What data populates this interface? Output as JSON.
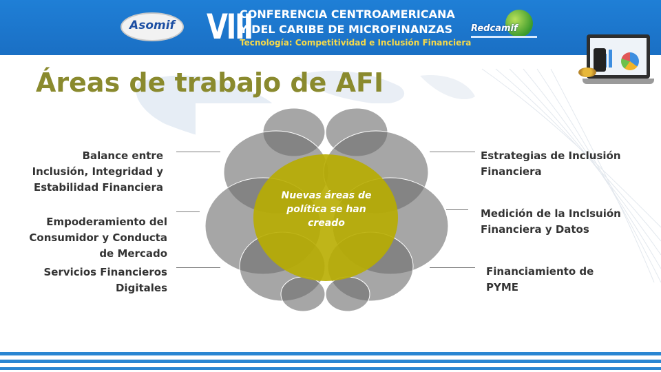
{
  "header": {
    "logo_left": "Asomif",
    "edition": "VIII",
    "conference_line1": "CONFERENCIA CENTROAMERICANA",
    "conference_line2": "Y DEL CARIBE DE MICROFINANZAS",
    "tagline": "Tecnología: Competitividad e Inclusión Financiera",
    "logo_right": "Redcamif"
  },
  "slide": {
    "title": "Áreas de trabajo de AFI"
  },
  "diagram": {
    "center": "Nuevas áreas de política se han creado",
    "left_items": [
      "Balance entre Inclusión, Integridad y Estabilidad Financiera",
      "Empoderamiento del Consumidor y Conducta de Mercado",
      "Servicios Financieros Digitales"
    ],
    "right_items": [
      "Estrategias de Inclusión Financiera",
      "Medición de la Inclsuión Financiera y Datos",
      "Financiamiento de PYME"
    ]
  },
  "colors": {
    "banner": "#1f7fd6",
    "title": "#8a8a2e",
    "petal": "#6f6f70",
    "center": "#b8ad00",
    "footer_stripe": "#2a86d2"
  }
}
